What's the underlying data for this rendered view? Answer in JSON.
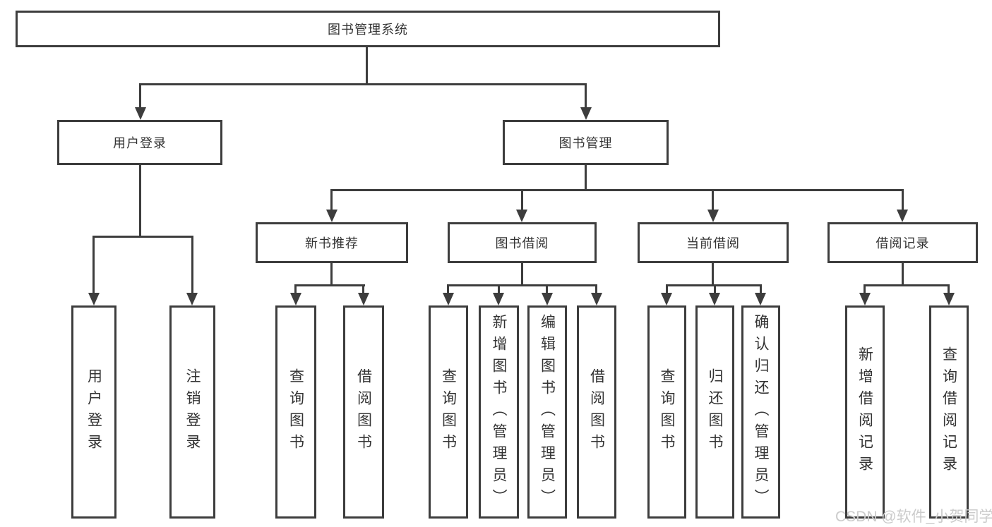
{
  "tree": {
    "root": {
      "label": "图书管理系统",
      "children": [
        {
          "label": "用户登录",
          "children": [
            {
              "label": "用户登录"
            },
            {
              "label": "注销登录"
            }
          ]
        },
        {
          "label": "图书管理",
          "children": [
            {
              "label": "新书推荐",
              "children": [
                {
                  "label": "查询图书"
                },
                {
                  "label": "借阅图书"
                }
              ]
            },
            {
              "label": "图书借阅",
              "children": [
                {
                  "label": "查询图书"
                },
                {
                  "label": "新增图书（管理员）"
                },
                {
                  "label": "编辑图书（管理员）"
                },
                {
                  "label": "借阅图书"
                }
              ]
            },
            {
              "label": "当前借阅",
              "children": [
                {
                  "label": "查询图书"
                },
                {
                  "label": "归还图书"
                },
                {
                  "label": "确认归还（管理员）"
                }
              ]
            },
            {
              "label": "借阅记录",
              "children": [
                {
                  "label": "新增借阅记录"
                },
                {
                  "label": "查询借阅记录"
                }
              ]
            }
          ]
        }
      ]
    }
  },
  "watermark": {
    "text": "CSDN @软件_小贺同学"
  },
  "colors": {
    "line": "#3d3d3d",
    "text": "#333333",
    "background": "#ffffff",
    "watermark": "#cbcbcb"
  }
}
